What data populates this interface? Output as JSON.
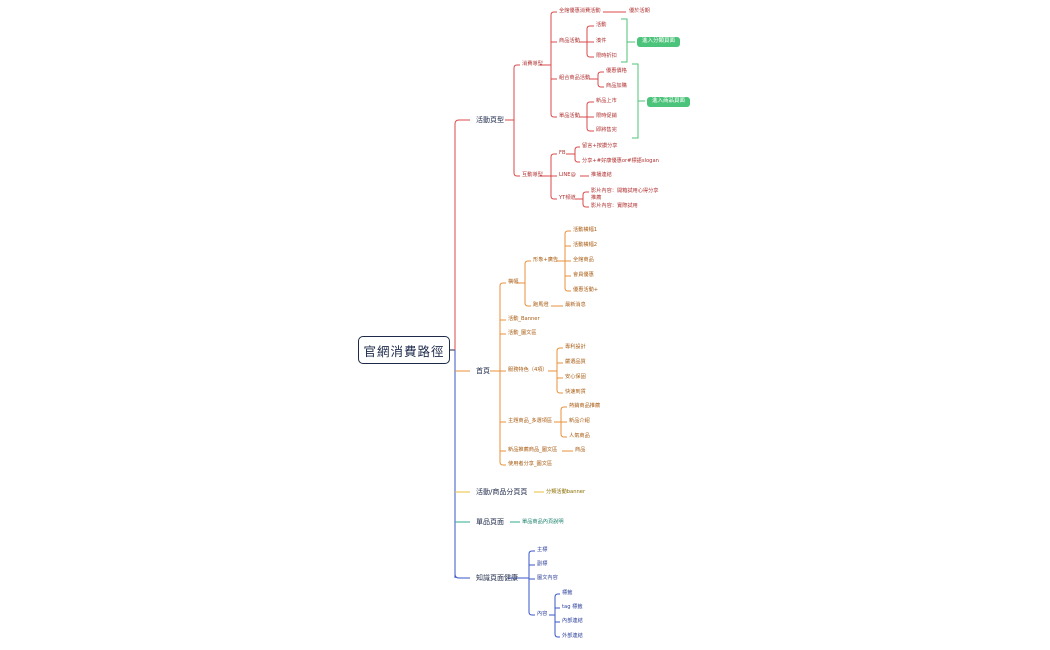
{
  "root": "官網消費路徑",
  "colors": {
    "activity": "#d94a4a",
    "homepage": "#e8903a",
    "category": "#e8c23a",
    "product": "#2fae8c",
    "knowledge": "#3a56c8",
    "badge": "#4cc37a"
  },
  "branches": {
    "activity": "活動頁型",
    "homepage": "首頁",
    "category": "活動/商品分頁頁",
    "product": "單品頁面",
    "knowledge": "知識頁面健康"
  },
  "activity": {
    "consume": "消費導型",
    "interact": "互動導型",
    "full_discount": "全館優惠消費活動",
    "full_discount_child": "優於活期",
    "product_activity": "商品活動",
    "pa_items": [
      "活動",
      "湊件",
      "限時折扣"
    ],
    "badge_category": "進入分類頁面",
    "combo": "組合商品活動",
    "combo_items": [
      "優惠價格",
      "商品加購"
    ],
    "single": "單品活動",
    "single_items": [
      "新品上市",
      "限時促銷",
      "即將售完"
    ],
    "badge_product": "進入商品頁面",
    "fb": "FB",
    "fb_items": [
      "留言+按讚分享",
      "分享+#好康優惠or#標語slogan"
    ],
    "line": "LINE@",
    "line_child": "推播連結",
    "yt": "YT頻道",
    "yt_items": [
      "影片內容：開箱試用心得分享推薦",
      "影片內容：實際試用"
    ]
  },
  "homepage": {
    "banner_area": "橫幅",
    "banner_big": "形象+廣告",
    "banner_items": [
      "活動橫幅1",
      "活動橫幅2",
      "全館商品",
      "會員優惠",
      "優惠活動+"
    ],
    "flow": "跑馬燈",
    "flow_child": "最新消息",
    "activity_banner": "活動_Banner",
    "activity_text": "活動_圖文區",
    "features": "服務特色（4項）",
    "feature_items": [
      "專利設計",
      "嚴選品質",
      "安心保固",
      "快速到貨"
    ],
    "theme": "主題商品_多選項區",
    "theme_items": [
      "熱銷商品推薦",
      "新品介紹",
      "人氣商品"
    ],
    "new_products": "新品推薦商品_圖文區",
    "new_child": "商品",
    "user_share": "使用者分享_圖文區"
  },
  "category": {
    "child": "分類活動banner"
  },
  "product": {
    "child": "單品商品內頁說明"
  },
  "knowledge": {
    "items": [
      "主標",
      "副標",
      "圖文內容",
      "內容"
    ],
    "content_items": [
      "標籤",
      "tag 標籤",
      "內部連結",
      "外部連結"
    ]
  }
}
